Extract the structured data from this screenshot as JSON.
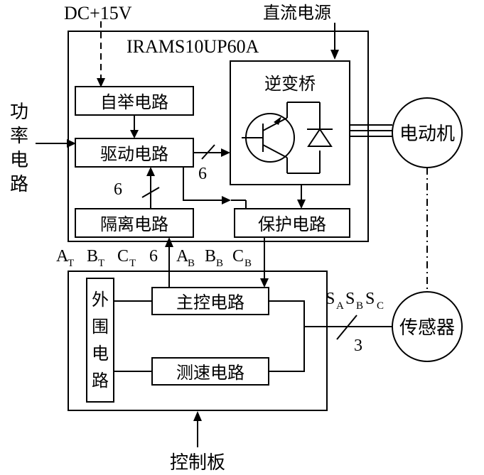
{
  "labels": {
    "dc_supply": "DC+15V",
    "dc_power": "直流电源",
    "module": "IRAMS10UP60A",
    "power_circuit": [
      "功",
      "率",
      "电",
      "路"
    ],
    "bootstrap": "自举电路",
    "driver": "驱动电路",
    "isolation": "隔离电路",
    "protection": "保护电路",
    "inverter": "逆变桥",
    "motor": "电动机",
    "main_control": "主控电路",
    "speed_measure": "测速电路",
    "peripheral": [
      "外",
      "围",
      "电",
      "路"
    ],
    "sensor": "传感器",
    "control_board": "控制板",
    "count_driver_out": "6",
    "count_isolation": "6",
    "count_top_signals": "6",
    "count_sensor_bus": "3"
  },
  "signals_top": {
    "AT": {
      "main": "A",
      "sub": "T"
    },
    "BT": {
      "main": "B",
      "sub": "T"
    },
    "CT": {
      "main": "C",
      "sub": "T"
    },
    "AB": {
      "main": "A",
      "sub": "B"
    },
    "BB": {
      "main": "B",
      "sub": "B"
    },
    "CB": {
      "main": "C",
      "sub": "B"
    }
  },
  "signals_sensor": {
    "SA": {
      "main": "S",
      "sub": "A"
    },
    "SB": {
      "main": "S",
      "sub": "B"
    },
    "SC": {
      "main": "S",
      "sub": "C"
    }
  }
}
